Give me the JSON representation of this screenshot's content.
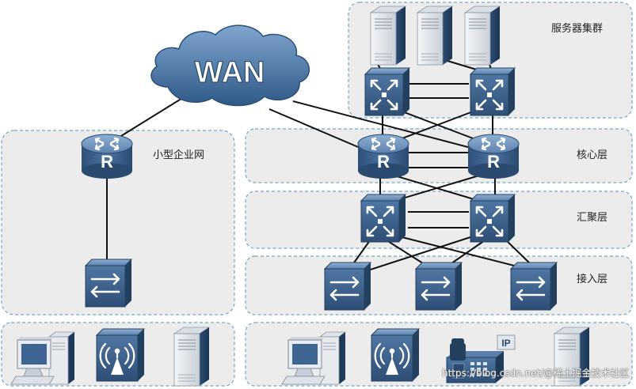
{
  "wan_label": "WAN",
  "zones": {
    "server_cluster": "服务器集群",
    "small_enterprise": "小型企业网",
    "core_layer": "核心层",
    "aggregation_layer": "汇聚层",
    "access_layer": "接入层"
  },
  "router_letter": "R",
  "ip_phone_badge": "IP",
  "watermark": "https://blog.csdn.net/@稀土掘金技术社区",
  "colors": {
    "zone_fill": "#ececec",
    "zone_border": "#6fa8c8",
    "device_blue": "#3d5f86",
    "device_dark": "#23405f",
    "cloud": "#3f6d98",
    "link": "#111111"
  },
  "icons": {
    "wan": "cloud-icon",
    "router": "router-icon",
    "l3_switch": "l3-switch-icon",
    "l2_switch": "l2-switch-icon",
    "server": "server-icon",
    "pc": "pc-icon",
    "wireless_ap": "wireless-ap-icon",
    "ip_phone": "ip-phone-icon"
  }
}
